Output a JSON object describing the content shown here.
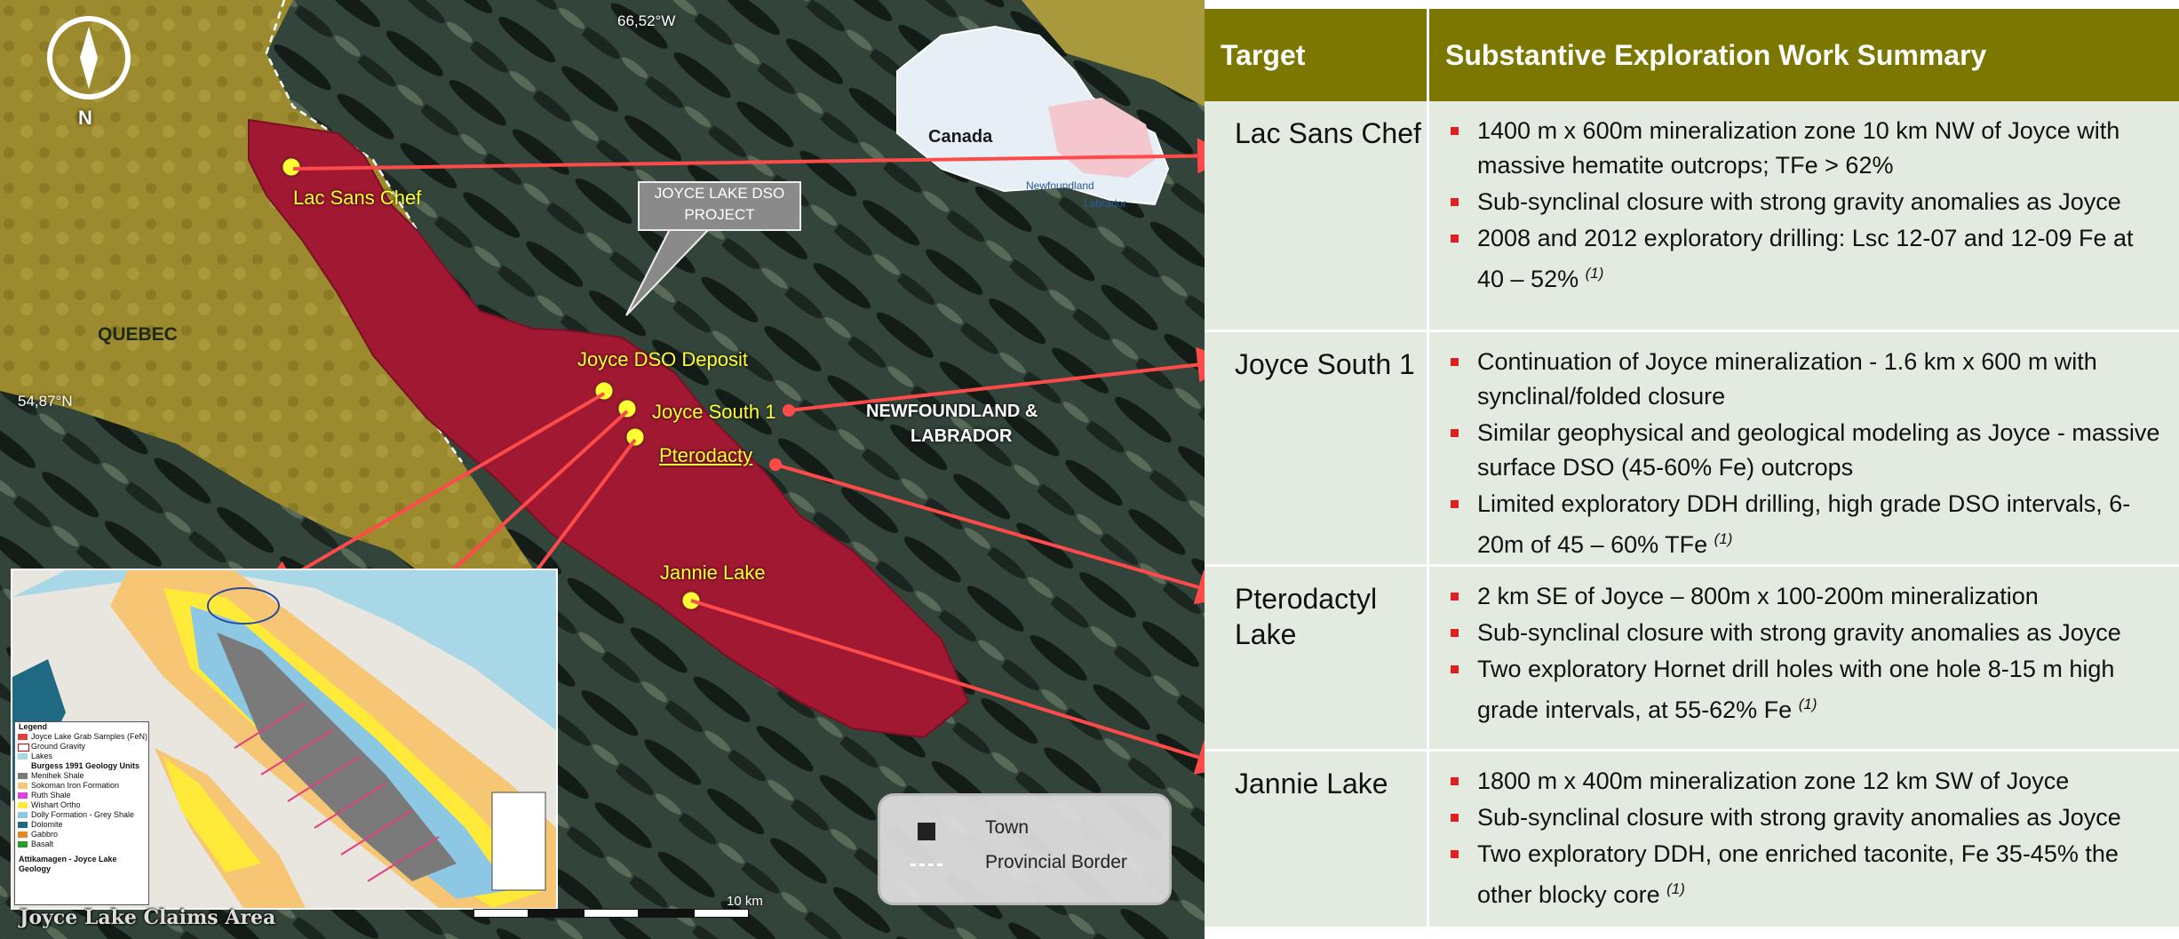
{
  "map": {
    "north_label": "N",
    "longitude_label": "66,52°W",
    "latitude_label": "54,87°N",
    "quebec_label": "QUEBEC",
    "nl_label_line1": "NEWFOUNDLAND &",
    "nl_label_line2": "LABRADOR",
    "canada_label": "Canada",
    "canada_sub_line1": "Newfoundland",
    "canada_sub_line2": "Labrador",
    "callout_line1": "JOYCE LAKE DSO",
    "callout_line2": "PROJECT",
    "sites": {
      "lac_sans_chef": "Lac Sans Chef",
      "joyce_dso": "Joyce DSO Deposit",
      "joyce_south": "Joyce South 1",
      "pterodacty": "Pterodacty",
      "jannie": "Jannie Lake"
    },
    "legend": {
      "town": "Town",
      "border": "Provincial Border"
    },
    "scale_label": "10 km",
    "claims_area": "Joyce Lake Claims Area",
    "inset_legend_title": "Legend",
    "inset_legend_items": [
      "Joyce Lake Grab Samples (FeN)",
      "Ground Gravity",
      "Lakes",
      "Burgess 1991 Geology Units",
      "Menihek Shale",
      "Sokoman Iron Formation",
      "Ruth Shale",
      "Wishart Ortho",
      "Dolly Formation - Grey Shale",
      "Dolomite",
      "Gabbro",
      "Basalt"
    ],
    "inset_caption": "Attikamagen - Joyce Lake Geology"
  },
  "table": {
    "header_target": "Target",
    "header_summary": "Substantive Exploration Work Summary",
    "rows": [
      {
        "target": "Lac Sans Chef",
        "bullets": [
          "1400 m x 600m mineralization zone 10 km NW of Joyce with massive hematite  outcrops; TFe > 62%",
          "Sub-synclinal closure with strong gravity anomalies as Joyce",
          "2008 and 2012 exploratory drilling: Lsc 12-07 and 12-09 Fe at 40 – 52%"
        ],
        "note": "(1)"
      },
      {
        "target": "Joyce South 1",
        "bullets": [
          "Continuation of Joyce mineralization - 1.6 km x 600 m with synclinal/folded closure",
          "Similar geophysical and geological modeling as Joyce - massive surface DSO (45-60% Fe) outcrops",
          "Limited exploratory DDH drilling, high grade DSO intervals, 6-20m of 45 – 60% TFe"
        ],
        "note": "(1)"
      },
      {
        "target": "Pterodactyl Lake",
        "bullets": [
          "2 km SE of Joyce – 800m x 100-200m mineralization",
          "Sub-synclinal closure with strong gravity anomalies as Joyce",
          "Two exploratory Hornet drill holes with one hole 8-15 m high grade intervals, at 55-62% Fe"
        ],
        "note": "(1)"
      },
      {
        "target": "Jannie Lake",
        "bullets": [
          "1800 m x 400m mineralization zone 12 km SW of Joyce",
          "Sub-synclinal closure with strong gravity anomalies as Joyce",
          "Two exploratory DDH, one enriched taconite, Fe 35-45% the other blocky core"
        ],
        "note": "(1)"
      }
    ]
  },
  "colors": {
    "header_bg": "#7b7700",
    "row_bg": "#e3ebe0",
    "claims": "#a01832",
    "arrow": "#ff4a4a",
    "site_label": "#ffff33"
  }
}
